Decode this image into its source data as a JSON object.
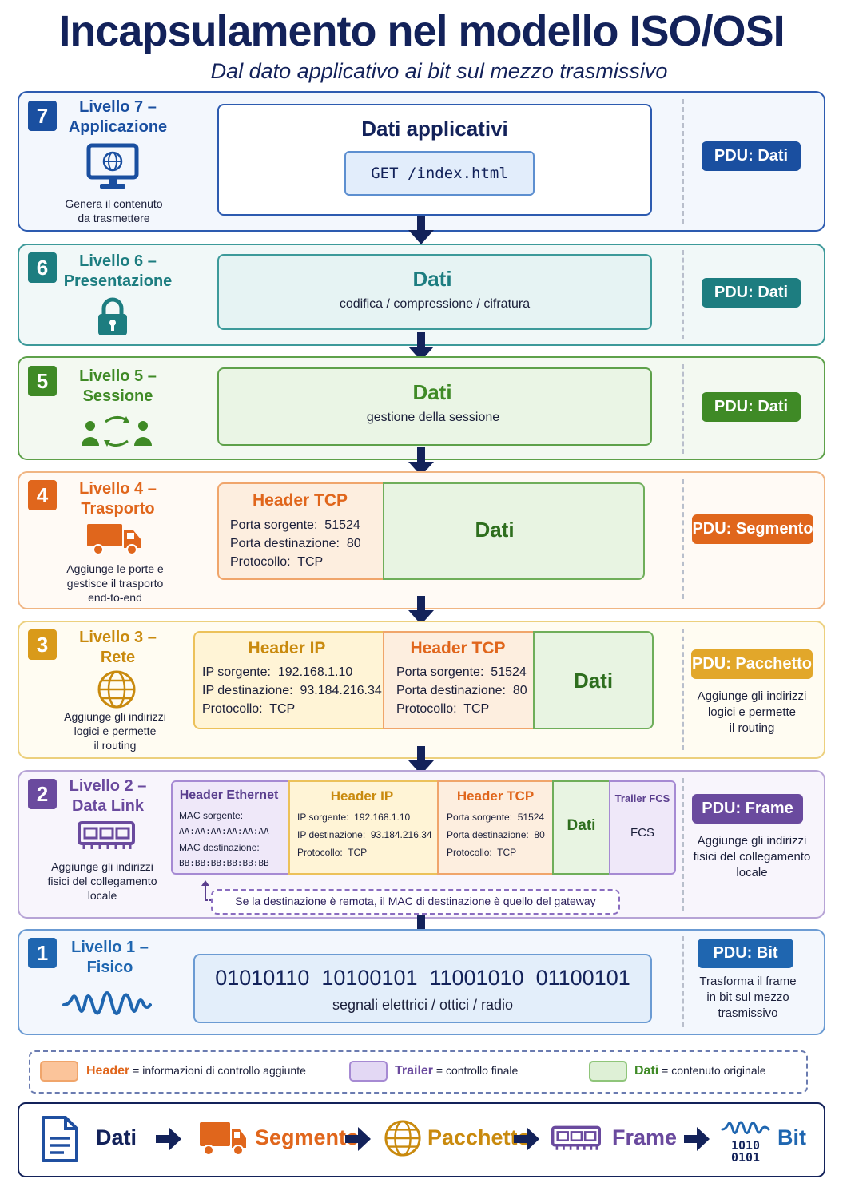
{
  "title": "Incapsulamento nel modello ISO/OSI",
  "subtitle": "Dal dato applicativo ai bit sul mezzo trasmissivo",
  "colors": {
    "l7": "#1a4fa0",
    "l6": "#1d7d80",
    "l5": "#3f8a26",
    "l4": "#e0661c",
    "l3": "#d99a1a",
    "l2": "#6a4a9e",
    "l1": "#1f66b0",
    "navy": "#13225a"
  },
  "layer7": {
    "num": "7",
    "name_line1": "Livello 7 –",
    "name_line2": "Applicazione",
    "icon": "monitor-globe-icon",
    "desc_line1": "Genera il contenuto",
    "desc_line2": "da trasmettere",
    "box_title": "Dati applicativi",
    "code": "GET /index.html",
    "pdu": "PDU: Dati"
  },
  "layer6": {
    "num": "6",
    "name_line1": "Livello 6 –",
    "name_line2": "Presentazione",
    "icon": "lock-icon",
    "box_title": "Dati",
    "box_sub": "codifica / compressione / cifratura",
    "pdu": "PDU: Dati"
  },
  "layer5": {
    "num": "5",
    "name_line1": "Livello 5 –",
    "name_line2": "Sessione",
    "icon": "users-sync-icon",
    "box_title": "Dati",
    "box_sub": "gestione della sessione",
    "pdu": "PDU: Dati"
  },
  "layer4": {
    "num": "4",
    "name_line1": "Livello 4 –",
    "name_line2": "Trasporto",
    "icon": "truck-icon",
    "desc_line1": "Aggiunge le porte e",
    "desc_line2": "gestisce il trasporto",
    "desc_line3": "end-to-end",
    "tcp_title": "Header TCP",
    "tcp_l1": "Porta sorgente:  51524",
    "tcp_l2": "Porta destinazione:  80",
    "tcp_l3": "Protocollo:  TCP",
    "data": "Dati",
    "pdu": "PDU: Segmento"
  },
  "layer3": {
    "num": "3",
    "name_line1": "Livello 3 –",
    "name_line2": "Rete",
    "icon": "globe-icon",
    "desc_line1": "Aggiunge gli indirizzi",
    "desc_line2": "logici e permette",
    "desc_line3": "il routing",
    "ip_title": "Header IP",
    "ip_l1": "IP sorgente:  192.168.1.10",
    "ip_l2": "IP destinazione:  93.184.216.34",
    "ip_l3": "Protocollo:  TCP",
    "tcp_title": "Header TCP",
    "tcp_l1": "Porta sorgente:  51524",
    "tcp_l2": "Porta destinazione:  80",
    "tcp_l3": "Protocollo:  TCP",
    "data": "Dati",
    "pdu": "PDU: Pacchetto",
    "pdesc_line1": "Aggiunge gli indirizzi",
    "pdesc_line2": "logici e permette",
    "pdesc_line3": "il routing"
  },
  "layer2": {
    "num": "2",
    "name_line1": "Livello 2 –",
    "name_line2": "Data Link",
    "icon": "network-card-icon",
    "desc_line1": "Aggiunge gli indirizzi",
    "desc_line2": "fisici del collegamento",
    "desc_line3": "locale",
    "eth_title": "Header Ethernet",
    "eth_l1": "MAC sorgente:",
    "eth_l2": "AA:AA:AA:AA:AA:AA",
    "eth_l3": "MAC destinazione:",
    "eth_l4": "BB:BB:BB:BB:BB:BB",
    "ip_title": "Header IP",
    "ip_l1": "IP sorgente:  192.168.1.10",
    "ip_l2": "IP destinazione:  93.184.216.34",
    "ip_l3": "Protocollo:  TCP",
    "tcp_title": "Header TCP",
    "tcp_l1": "Porta sorgente:  51524",
    "tcp_l2": "Porta destinazione:  80",
    "tcp_l3": "Protocollo:  TCP",
    "data": "Dati",
    "trailer_title": "Trailer FCS",
    "trailer_value": "FCS",
    "note": "Se la destinazione è remota, il MAC di destinazione è quello del gateway",
    "pdu": "PDU: Frame",
    "pdesc_line1": "Aggiunge gli indirizzi",
    "pdesc_line2": "fisici del collegamento",
    "pdesc_line3": "locale"
  },
  "layer1": {
    "num": "1",
    "name_line1": "Livello 1 –",
    "name_line2": "Fisico",
    "icon": "wave-icon",
    "bits": "01010110  10100101  11001010  01100101",
    "signals": "segnali elettrici / ottici / radio",
    "pdu": "PDU: Bit",
    "pdesc_line1": "Trasforma il frame",
    "pdesc_line2": "in bit sul mezzo",
    "pdesc_line3": "trasmissivo"
  },
  "legend": {
    "header_word": "Header",
    "header_text": "= informazioni di controllo aggiunte",
    "trailer_word": "Trailer",
    "trailer_text": "= controllo finale",
    "data_word": "Dati",
    "data_text": "= contenuto originale"
  },
  "flow": {
    "s1": "Dati",
    "s2": "Segmento",
    "s3": "Pacchetto",
    "s4": "Frame",
    "s5": "Bit",
    "bit_digits_1": "1010",
    "bit_digits_2": "0101"
  }
}
